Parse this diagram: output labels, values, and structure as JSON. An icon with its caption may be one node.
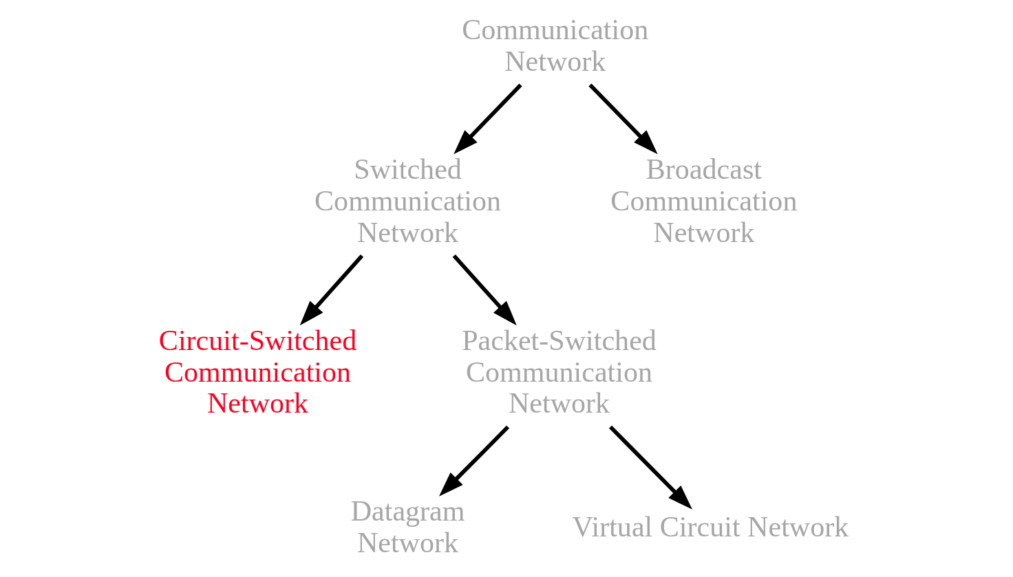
{
  "diagram": {
    "nodes": [
      {
        "text": [
          "Communication Network"
        ]
      },
      {
        "text": [
          "Switched Communication Network"
        ]
      },
      {
        "text": [
          "Broadcast Communication Network"
        ]
      },
      {
        "text": [
          "Circuit-Switched Communication Network"
        ]
      },
      {
        "text": [
          "Packet-Switched Communication Network"
        ]
      },
      {
        "text": [
          "Datagram Network"
        ]
      },
      {
        "text": [
          "Virtual Circuit Network"
        ]
      }
    ],
    "edges": [
      {
        "from": 0,
        "to": 1,
        "arrow": "to"
      },
      {
        "from": 0,
        "to": 2,
        "arrow": "to"
      },
      {
        "from": 1,
        "to": 3,
        "arrow": "to"
      },
      {
        "from": 1,
        "to": 4,
        "arrow": "to"
      },
      {
        "from": 4,
        "to": 5,
        "arrow": "to"
      },
      {
        "from": 4,
        "to": 6,
        "arrow": "to"
      }
    ]
  }
}
